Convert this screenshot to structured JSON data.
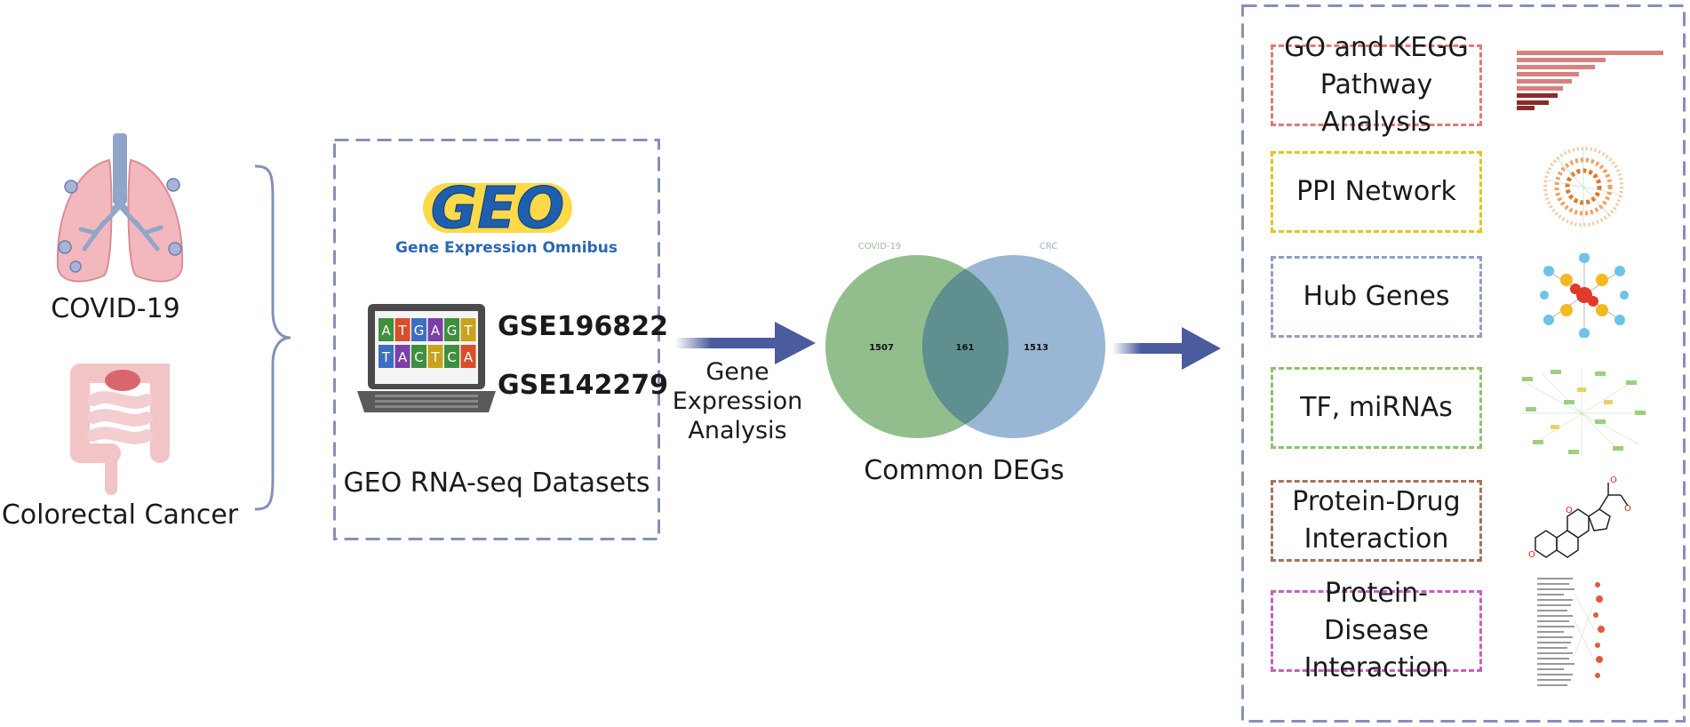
{
  "diseases": {
    "covid_label": "COVID-19",
    "crc_label": "Colorectal Cancer"
  },
  "geo_panel": {
    "logo_text": "GEO",
    "logo_subtitle": "Gene Expression Omnibus",
    "dataset_1": "GSE196822",
    "dataset_2": "GSE142279",
    "caption": "GEO RNA-seq Datasets",
    "dna_top": [
      "A",
      "T",
      "G",
      "A",
      "G",
      "T"
    ],
    "dna_bottom": [
      "T",
      "A",
      "C",
      "T",
      "C",
      "A"
    ]
  },
  "arrow_1_label": "Gene\nExpression\nAnalysis",
  "venn": {
    "set_a_name": "COVID-19",
    "set_b_name": "CRC",
    "only_a": "1507",
    "intersection": "161",
    "only_b": "1513",
    "caption": "Common DEGs",
    "color_a": "#7fb37a",
    "color_b": "#87a9cc"
  },
  "analyses": [
    {
      "label": "GO and KEGG\nPathway Analysis",
      "color": "#e07a7a"
    },
    {
      "label": "PPI Network",
      "color": "#e6c21e"
    },
    {
      "label": "Hub Genes",
      "color": "#8f9ec4"
    },
    {
      "label": "TF, miRNAs",
      "color": "#8cc36a"
    },
    {
      "label": "Protein-Drug\nInteraction",
      "color": "#a9705a"
    },
    {
      "label": "Protein-Disease\nInteraction",
      "color": "#c85fc0"
    }
  ],
  "colors": {
    "panel_dash": "#8590b8",
    "arrow": "#4a5b9e",
    "brace": "#8590b8"
  }
}
